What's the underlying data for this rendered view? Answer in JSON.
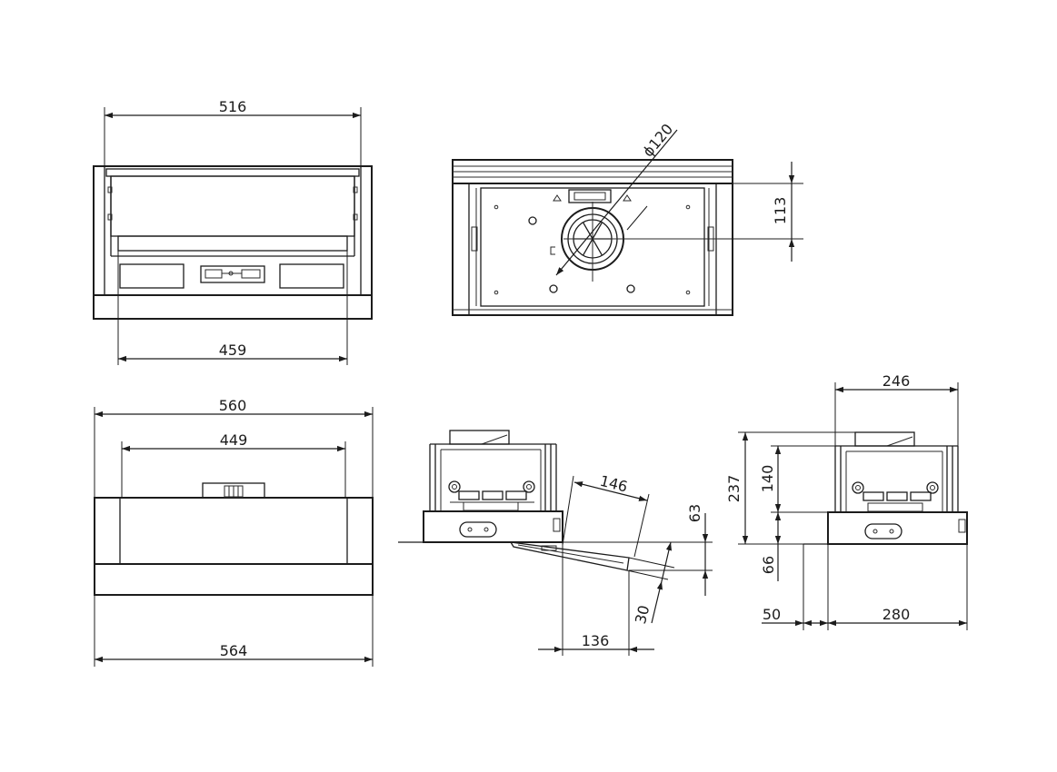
{
  "views": {
    "front_top": {
      "name": "front-view-top"
    },
    "bottom": {
      "name": "bottom-view"
    },
    "front_bottom": {
      "name": "front-view-bottom"
    },
    "side_open": {
      "name": "side-view-open"
    },
    "side_closed": {
      "name": "side-view-closed"
    }
  },
  "dimensions": {
    "width_516": "516",
    "width_459": "459",
    "duct_diameter": "ϕ120",
    "depth_113": "113",
    "width_560": "560",
    "width_449": "449",
    "width_564": "564",
    "visor_146": "146",
    "height_63": "63",
    "visor_30": "30",
    "depth_136": "136",
    "width_246": "246",
    "height_237": "237",
    "height_140": "140",
    "height_66": "66",
    "offset_50": "50",
    "depth_280": "280"
  },
  "colors": {
    "line": "#1c1c1c",
    "background": "#ffffff"
  }
}
